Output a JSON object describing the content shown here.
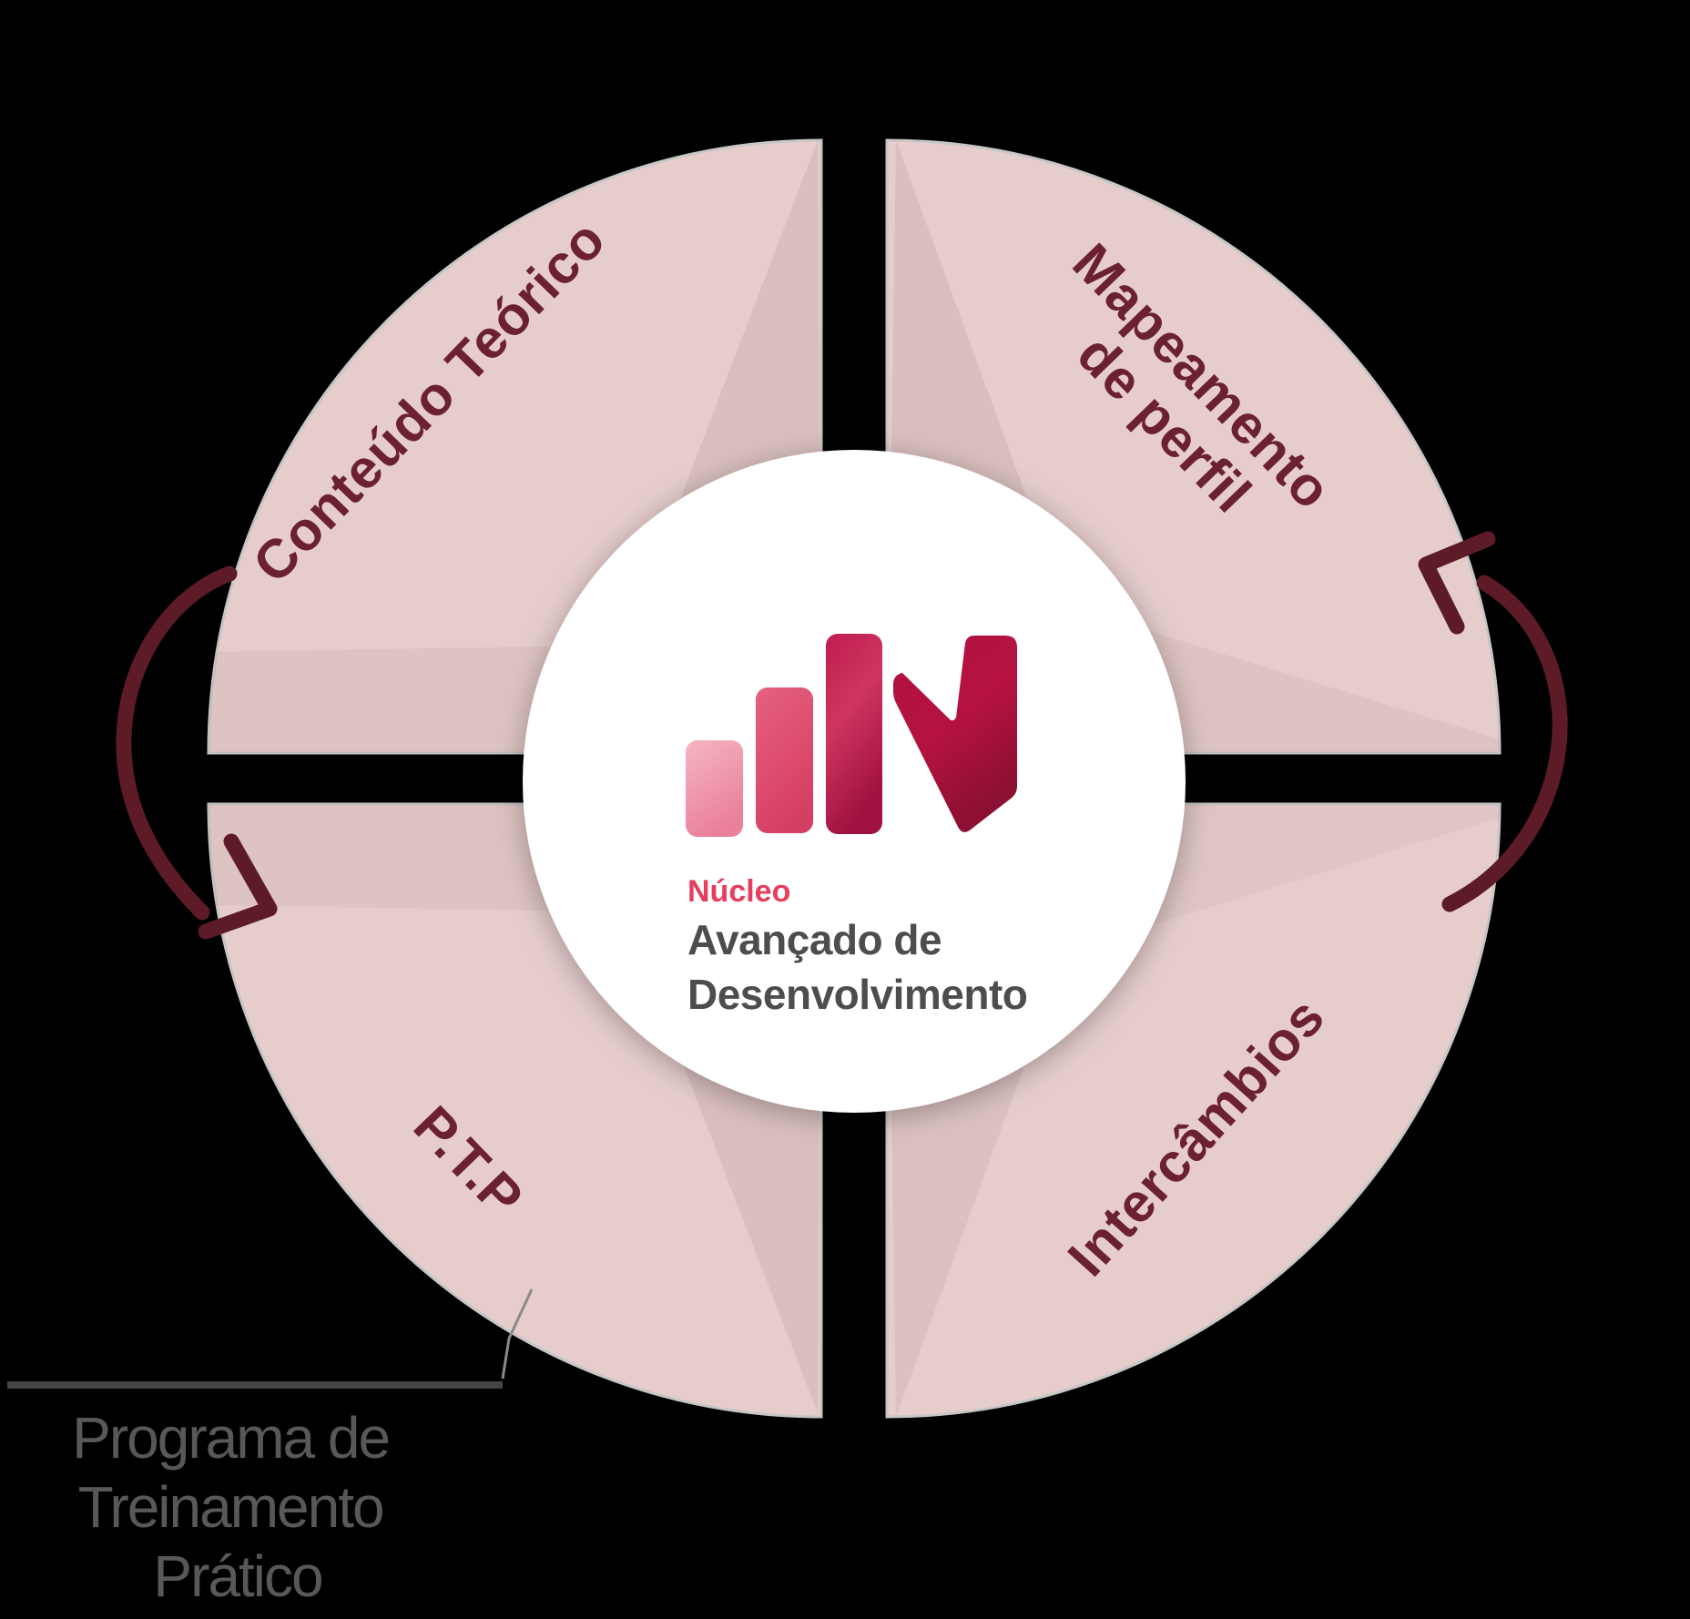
{
  "colors": {
    "background": "#000000",
    "quadrant_pink": "#e6cdcc",
    "edge_gray": "#c6c6c6",
    "label_maroon": "#6b2130",
    "arrow_maroon": "#5c1b26",
    "circle_white": "#ffffff",
    "brand_pink": "#e73e5e",
    "brand_gray": "#4d4d4d",
    "callout_text_gray": "#585858",
    "callout_line_gray": "#454545",
    "callout_thin_line_gray": "#8a8a8a",
    "logo_bar1": "#f2a9bb",
    "logo_bar2": "#e05677",
    "logo_bar3": "#c11d4f",
    "logo_n": "#a3123d"
  },
  "icons": {
    "logo": "bar-chart-n-logo",
    "left_arrow": "curved-cycle-arrow-left",
    "right_arrow": "curved-cycle-arrow-right"
  },
  "quadrants": {
    "top_left": {
      "label": "Conteúdo Teórico"
    },
    "top_right": {
      "label_line1": "Mapeamento",
      "label_line2": "de perfil"
    },
    "bottom_left": {
      "label": "P.T.P"
    },
    "bottom_right": {
      "label": "Intercâmbios"
    }
  },
  "center_logo": {
    "brand_top": "Núcleo",
    "brand_line1": "Avançado de",
    "brand_line2": "Desenvolvimento"
  },
  "callout": {
    "line1": "Programa de",
    "line2": "Treinamento",
    "line3": "Prático"
  }
}
